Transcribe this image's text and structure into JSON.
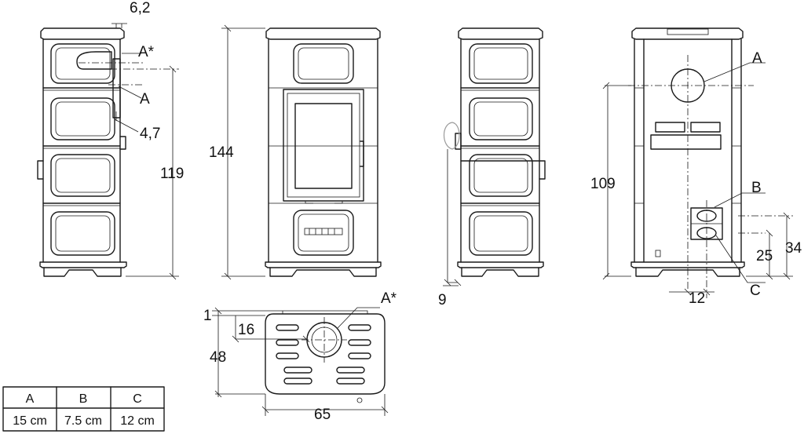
{
  "labels": {
    "side_top_offset": "6,2",
    "side_flue_top": "A*",
    "side_flue": "A",
    "side_depth_offset": "4,7",
    "side_flue_height": "119",
    "front_height": "144",
    "side2_offset": "9",
    "rear_flue": "A",
    "rear_inlet_b": "B",
    "rear_inlet_c": "C",
    "rear_flue_height": "109",
    "rear_b_height": "34",
    "rear_c_height": "25",
    "rear_inlet_offset": "12",
    "plan_top_offset": "1",
    "plan_flue_offset": "16",
    "plan_flue": "A*",
    "plan_depth": "48",
    "plan_width": "65"
  },
  "table": {
    "headers": [
      "A",
      "B",
      "C"
    ],
    "values": [
      "15 cm",
      "7.5 cm",
      "12 cm"
    ]
  }
}
